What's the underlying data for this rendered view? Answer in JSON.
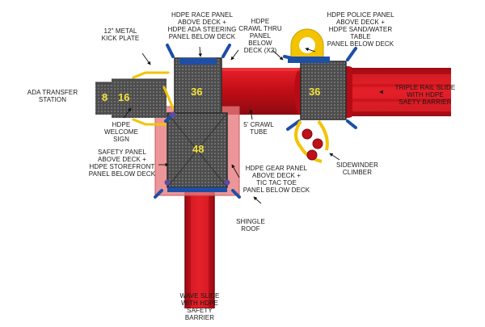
{
  "diagram": {
    "deck_heights": [
      "8",
      "16",
      "36",
      "48",
      "36"
    ],
    "labels": {
      "kick_plate": "12\" METAL\nKICK PLATE",
      "race_panel": "HDPE RACE PANEL\nABOVE DECK +\nHDPE ADA STEERING\nPANEL BELOW DECK",
      "crawl_thru": "HDPE\nCRAWL THRU\nPANEL BELOW\nDECK (X2)",
      "police_panel": "HDPE POLICE PANEL\nABOVE DECK +\nHDPE SAND/WATER TABLE\nPANEL BELOW DECK",
      "ada_transfer": "ADA TRANSFER\nSTATION",
      "welcome_sign": "HDPE\nWELCOME SIGN",
      "triple_slide": "TRIPLE RAIL SLIDE\nWITH HDPE\nSAETY BARRIER",
      "crawl_tube": "5' CRAWL\nTUBE",
      "safety_panel": "SAFETY PANEL\nABOVE DECK +\nHDPE STOREFRONT\nPANEL BELOW DECK",
      "sidewinder": "SIDEWINDER\nCLIMBER",
      "gear_panel": "HDPE GEAR PANEL\nABOVE DECK +\nTIC TAC TOE\nPANEL BELOW DECK",
      "shingle_roof": "SHINGLE\nROOF",
      "wave_slide": "WAVE SLIDE\nWITH HDPE\nSAFETY BARRIER"
    },
    "colors": {
      "red": "#d8101b",
      "red_dark": "#9e0a12",
      "roof_pink": "#e8787c",
      "blue": "#1d4fa6",
      "yellow": "#f3c300",
      "deck": "#4a4a4a",
      "number": "#f3e03a"
    }
  }
}
